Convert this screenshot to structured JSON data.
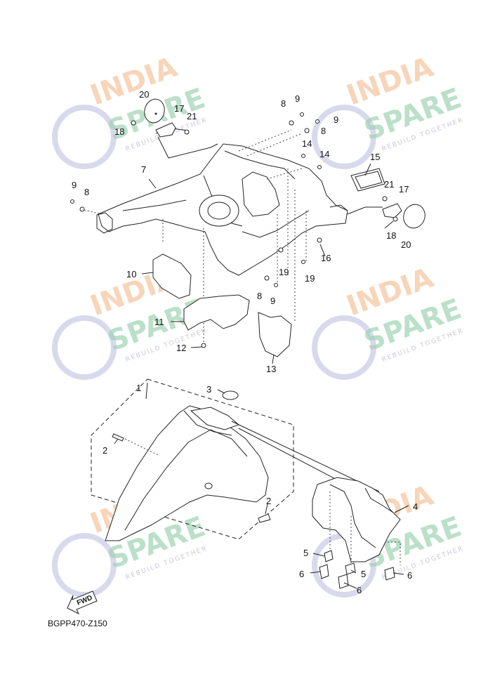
{
  "diagram_code": "BGPP470-Z150",
  "fwd_label": "FWD",
  "watermark": {
    "line1": "INDIA",
    "line2": "SPARE",
    "tagline": "REBUILD TOGETHER"
  },
  "part_numbers": [
    "1",
    "2",
    "3",
    "4",
    "5",
    "6",
    "7",
    "8",
    "9",
    "10",
    "11",
    "12",
    "13",
    "14",
    "15",
    "16",
    "17",
    "18",
    "19",
    "20",
    "21"
  ],
  "colors": {
    "watermark_orange": "#f6c7a2",
    "watermark_green": "#9fd3b3",
    "watermark_purple": "#b9b9d6",
    "line": "#222222"
  }
}
